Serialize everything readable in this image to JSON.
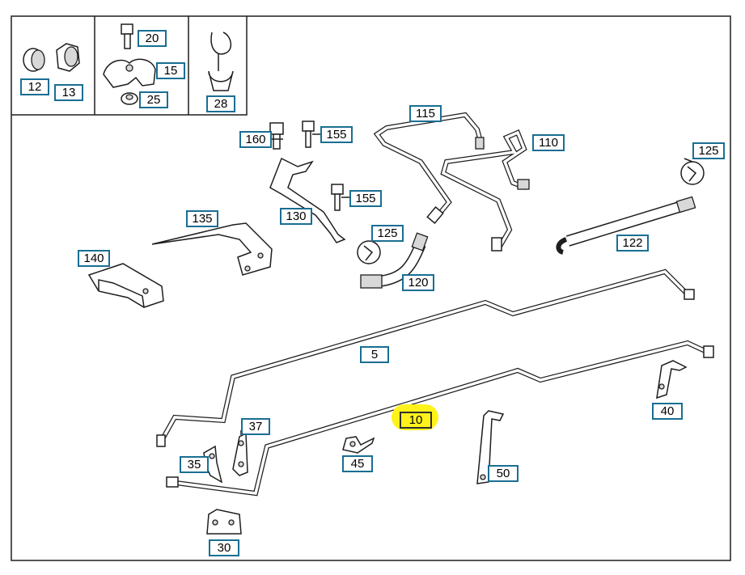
{
  "diagram": {
    "highlight_color": "#fff21a",
    "label_border_color": "#1a6e92",
    "callouts": {
      "p12": "12",
      "p13": "13",
      "p20": "20",
      "p15": "15",
      "p25": "25",
      "p28": "28",
      "p115": "115",
      "p110": "110",
      "p160": "160",
      "p155a": "155",
      "p155b": "155",
      "p125a": "125",
      "p125b": "125",
      "p130": "130",
      "p135": "135",
      "p140": "140",
      "p122": "122",
      "p120": "120",
      "p5": "5",
      "p10": "10",
      "p37": "37",
      "p35": "35",
      "p45": "45",
      "p40": "40",
      "p50": "50",
      "p30": "30"
    },
    "highlighted_callout": "10"
  }
}
